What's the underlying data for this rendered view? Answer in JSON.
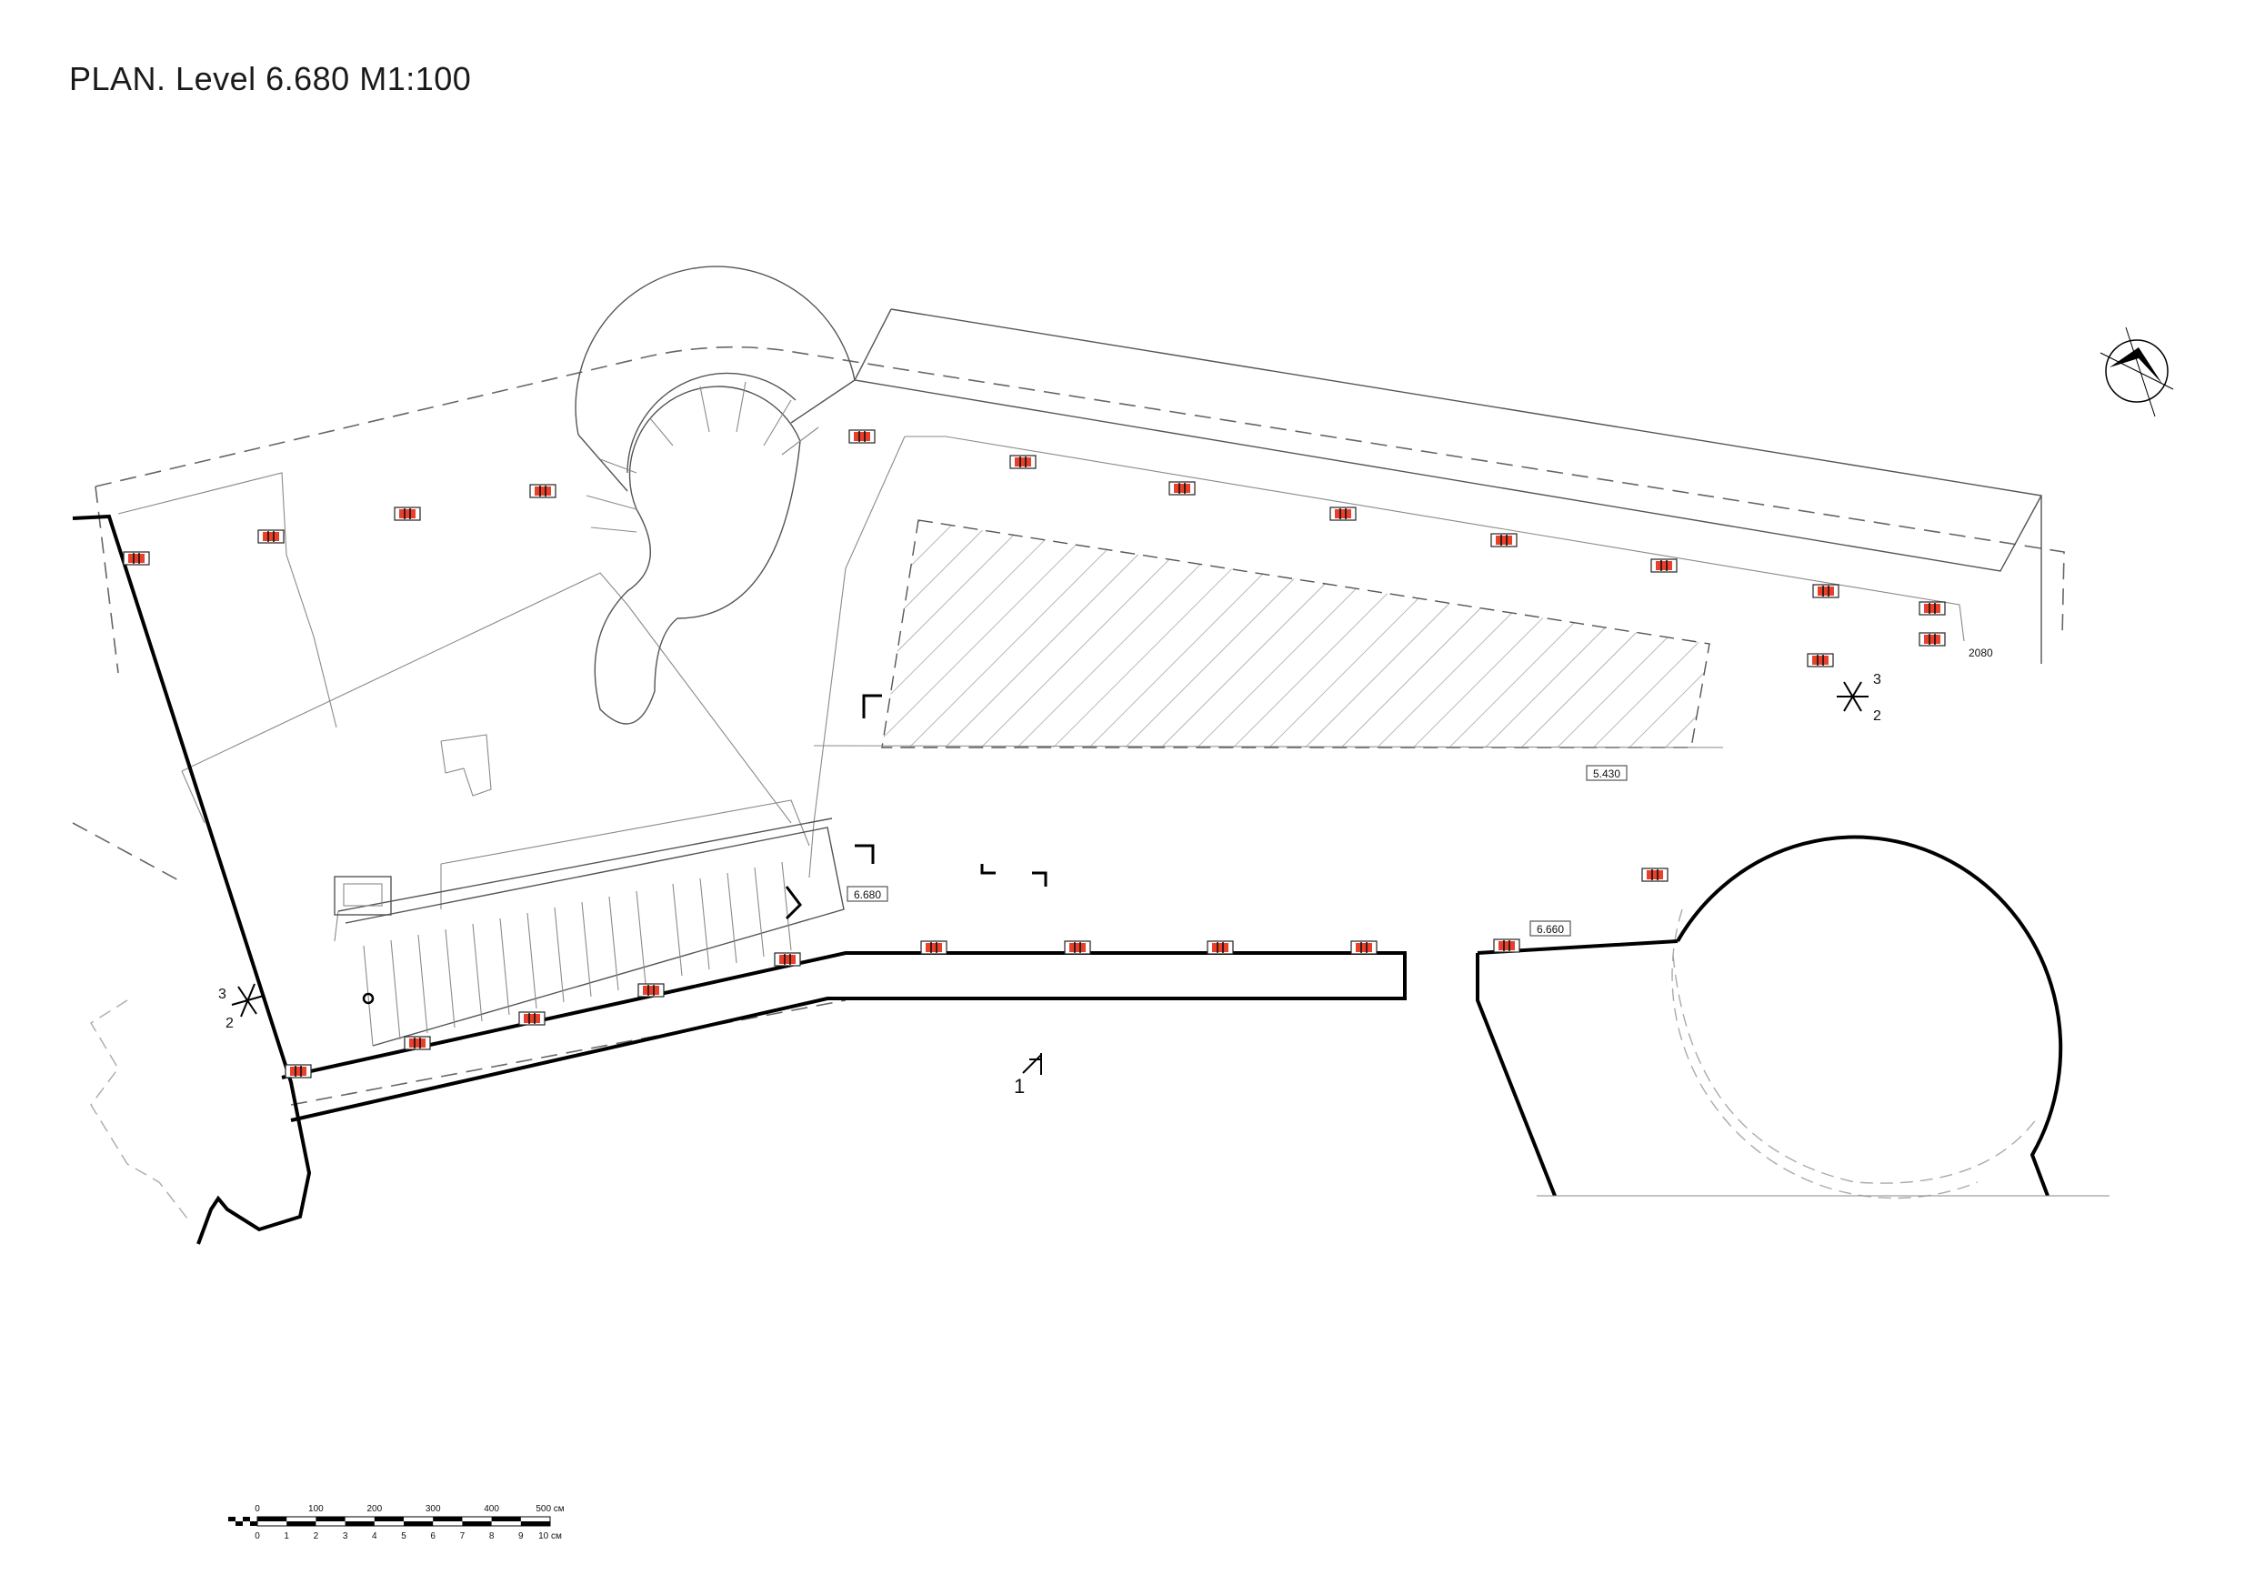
{
  "title": "PLAN. Level 6.680 M1:100",
  "levels": {
    "main": "6.680",
    "lower": "5.430",
    "east": "6.660",
    "dimension": "2080"
  },
  "section_marks": {
    "section_1": "1",
    "section_2_label": "2",
    "section_3_label": "3"
  },
  "scale_bar": {
    "top_labels": [
      "0",
      "100",
      "200",
      "300",
      "400",
      "500 см"
    ],
    "bottom_labels": [
      "0",
      "1",
      "2",
      "3",
      "4",
      "5",
      "6",
      "7",
      "8",
      "9",
      "10 см"
    ]
  },
  "icons": {
    "north_arrow": "north-arrow-icon",
    "light_fixture": "light-fixture-icon"
  },
  "colors": {
    "line": "#000000",
    "light_fixture_accent": "#e8402a",
    "thin_line": "#555555"
  }
}
